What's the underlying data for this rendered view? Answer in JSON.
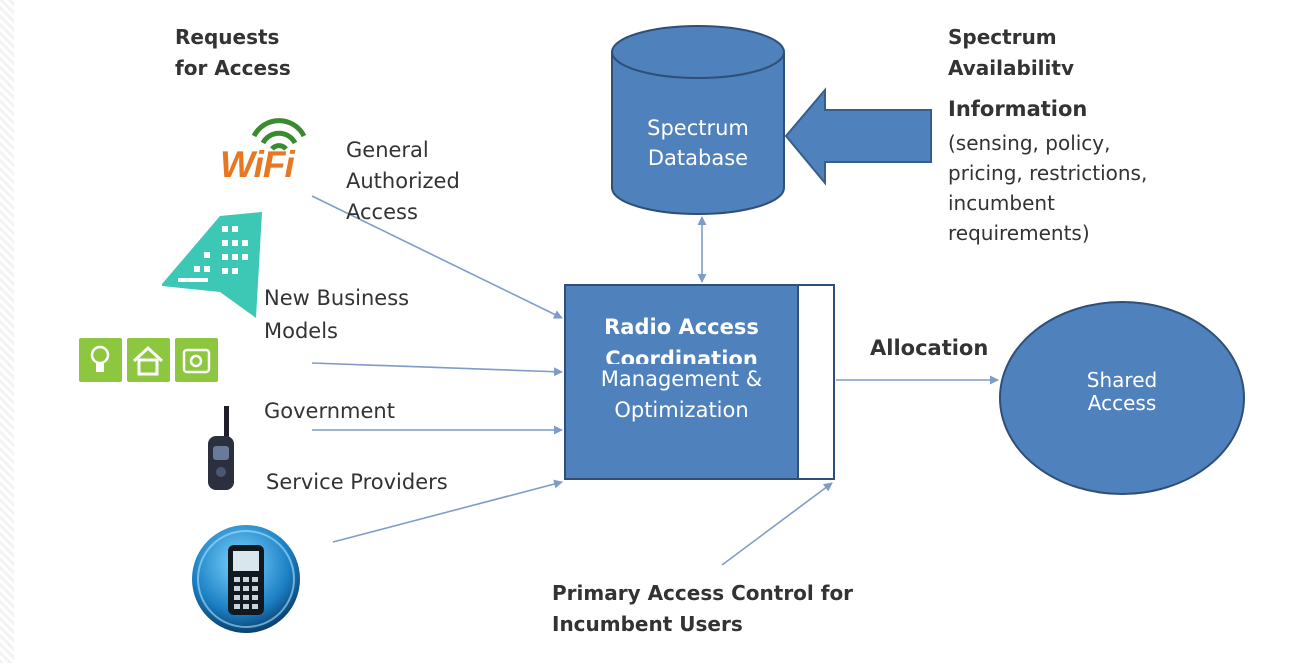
{
  "requests_label": [
    "Requests",
    "for Access"
  ],
  "availability_label": [
    "Spectrum",
    "Availability",
    "Information"
  ],
  "availability_details": [
    "(sensing, policy,",
    "pricing, restrictions,",
    "incumbent",
    "requirements)"
  ],
  "spectrum_db": [
    "Spectrum",
    "Database"
  ],
  "coordination": [
    "Radio Access",
    "Coordination",
    "Management &",
    "Optimization"
  ],
  "shared_access": [
    "Shared",
    "Access"
  ],
  "allocation_label": "Allocation",
  "primary_control": [
    "Primary Access Control  for",
    "Incumbent Users"
  ],
  "sources": {
    "general_authorized": [
      "General",
      "Authorized",
      "Access"
    ],
    "new_business": [
      "New Business",
      "Models"
    ],
    "government": "Government",
    "service_providers": "Service Providers",
    "wifi_logo": "WiFi"
  },
  "colors": {
    "node_fill": "#4f81bd",
    "node_stroke": "#385d8a",
    "arrow": "#7f9cc8",
    "wifi_orange": "#e87722",
    "wifi_blue": "#1f5fa8",
    "wifi_green": "#3a8a2f",
    "building": "#3cc8b4",
    "home_icons": "#8dc63f"
  },
  "icons": [
    "wifi-logo-icon",
    "building-icon",
    "smart-home-icons",
    "walkie-talkie-icon",
    "mobile-phone-icon"
  ]
}
